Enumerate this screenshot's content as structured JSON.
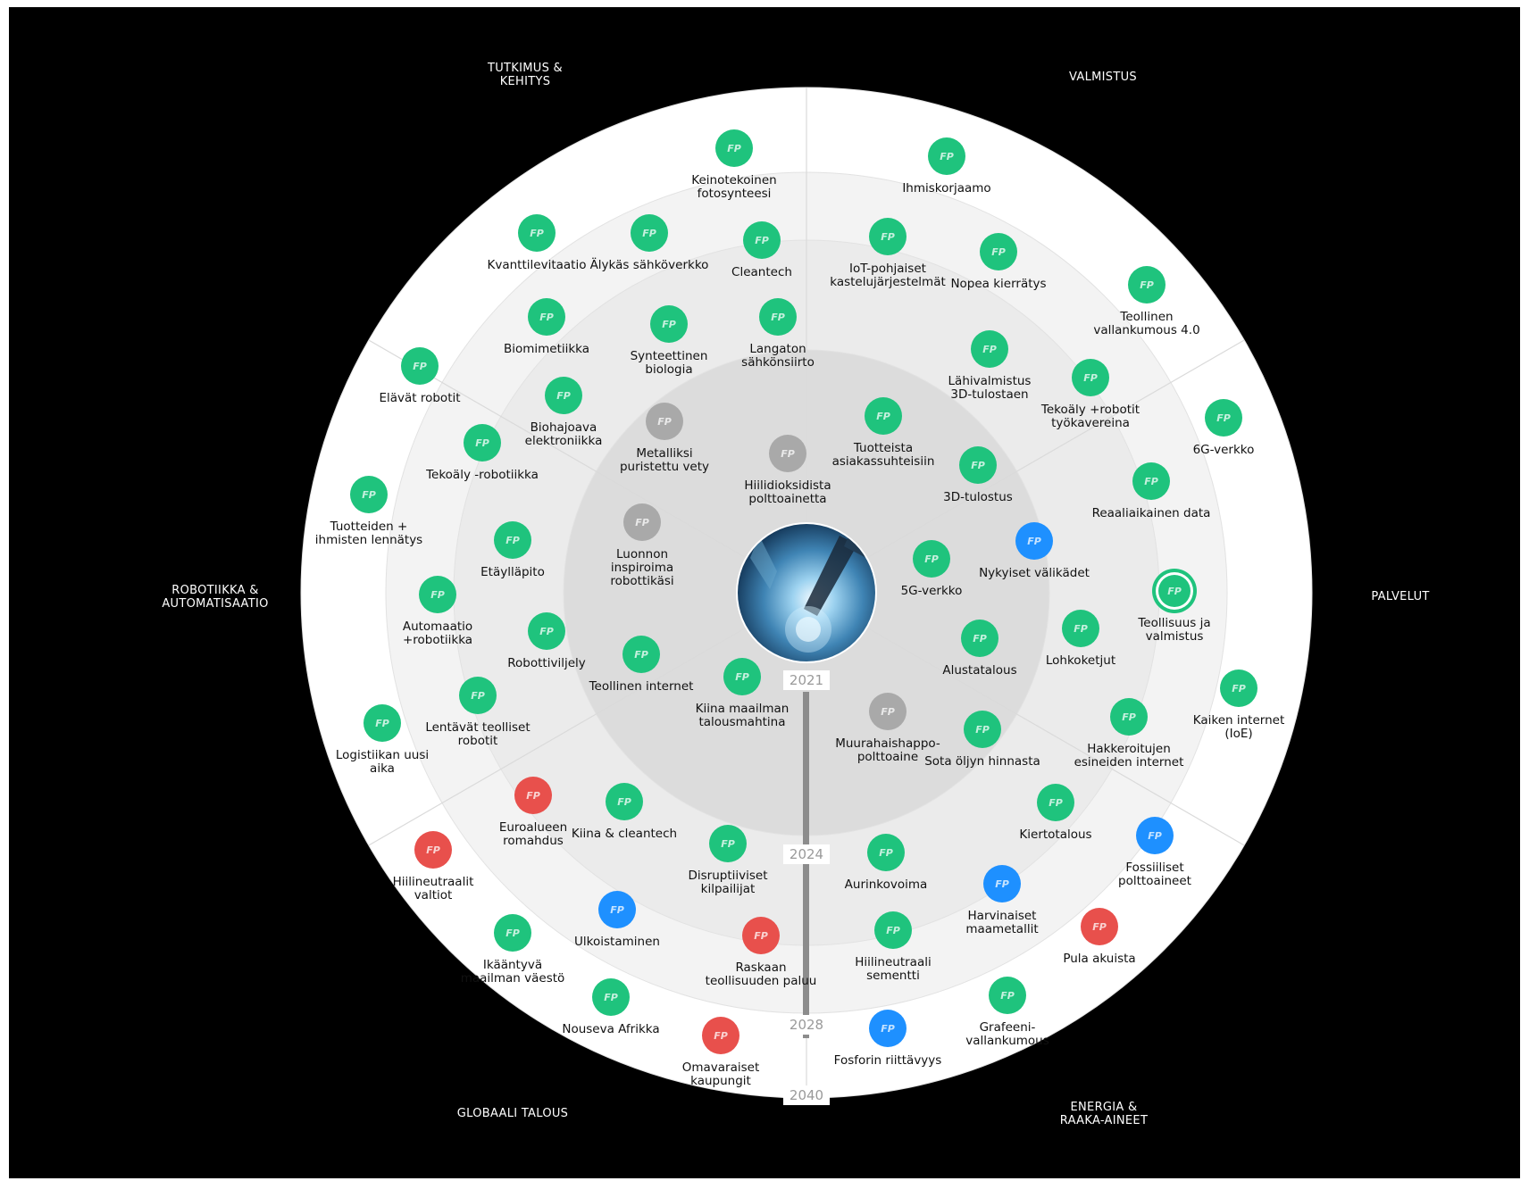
{
  "colors": {
    "background": "#000000",
    "ring_outer": "#ffffff",
    "ring_2": "#f3f3f3",
    "ring_3": "#ebebeb",
    "ring_inner": "#dcdcdc",
    "green": "#1fc37d",
    "grey": "#a9a9a9",
    "blue": "#1e90ff",
    "red": "#e8504c",
    "timeline": "#8c8c8c"
  },
  "pin_mark": "FP",
  "sectors": [
    {
      "name": "TUTKIMUS &\nKEHITYS"
    },
    {
      "name": "VALMISTUS"
    },
    {
      "name": "PALVELUT"
    },
    {
      "name": "ENERGIA &\nRAAKA-AINEET"
    },
    {
      "name": "GLOBAALI TALOUS"
    },
    {
      "name": "ROBOTIIKKA &\nAUTOMATISAATIO"
    }
  ],
  "years": [
    "2021",
    "2024",
    "2028",
    "2040"
  ],
  "center_image": "teollisuusrobotti hitsaa",
  "items": [
    {
      "label": "Keinotekoinen\nfotosynteesi",
      "color": "green"
    },
    {
      "label": "Kvanttilevitaatio",
      "color": "green"
    },
    {
      "label": "Älykäs sähköverkko",
      "color": "green"
    },
    {
      "label": "Cleantech",
      "color": "green"
    },
    {
      "label": "Biomimetiikka",
      "color": "green"
    },
    {
      "label": "Synteettinen\nbiologia",
      "color": "green"
    },
    {
      "label": "Langaton\nsähkönsiirto",
      "color": "green"
    },
    {
      "label": "Elävät robotit",
      "color": "green"
    },
    {
      "label": "Biohajoava\nelektroniikka",
      "color": "green"
    },
    {
      "label": "Metalliksi\npuristettu vety",
      "color": "grey"
    },
    {
      "label": "Hiilidioksidista\npolttoainetta",
      "color": "grey"
    },
    {
      "label": "Tekoäly -robotiikka",
      "color": "green"
    },
    {
      "label": "Tuotteiden +\nihmisten lennätys",
      "color": "green"
    },
    {
      "label": "Luonnon\ninspiroima\nrobottikäsi",
      "color": "grey"
    },
    {
      "label": "Etäylläpito",
      "color": "green"
    },
    {
      "label": "Automaatio\n+robotiikka",
      "color": "green"
    },
    {
      "label": "Robottiviljely",
      "color": "green"
    },
    {
      "label": "Teollinen internet",
      "color": "green"
    },
    {
      "label": "Lentävät teolliset\nrobotit",
      "color": "green"
    },
    {
      "label": "Logistiikan uusi\naika",
      "color": "green"
    },
    {
      "label": "Kiina maailman\ntalousmahtina",
      "color": "green"
    },
    {
      "label": "Ihmiskorjaamo",
      "color": "green"
    },
    {
      "label": "IoT-pohjaiset\nkastelujärjestelmät",
      "color": "green"
    },
    {
      "label": "Nopea kierrätys",
      "color": "green"
    },
    {
      "label": "Teollinen\nvallankumous 4.0",
      "color": "green"
    },
    {
      "label": "Lähivalmistus\n3D-tulostaen",
      "color": "green"
    },
    {
      "label": "Tekoäly +robotit\ntyökavereina",
      "color": "green"
    },
    {
      "label": "Tuotteista\nasiakassuhteisiin",
      "color": "green"
    },
    {
      "label": "3D-tulostus",
      "color": "green"
    },
    {
      "label": "6G-verkko",
      "color": "green"
    },
    {
      "label": "Reaaliaikainen data",
      "color": "green"
    },
    {
      "label": "5G-verkko",
      "color": "green"
    },
    {
      "label": "Nykyiset välikädet",
      "color": "blue"
    },
    {
      "label": "Teollisuus ja\nvalmistus",
      "color": "green",
      "highlight": true
    },
    {
      "label": "Alustatalous",
      "color": "green"
    },
    {
      "label": "Lohkoketjut",
      "color": "green"
    },
    {
      "label": "Kaiken internet\n(IoE)",
      "color": "green"
    },
    {
      "label": "Muurahaishappo-\npolttoaine",
      "color": "grey"
    },
    {
      "label": "Sota öljyn hinnasta",
      "color": "green"
    },
    {
      "label": "Hakkeroitujen\nesineiden internet",
      "color": "green"
    },
    {
      "label": "Kiertotalous",
      "color": "green"
    },
    {
      "label": "Fossiiliset\npolttoaineet",
      "color": "blue"
    },
    {
      "label": "Euroalueen\nromahdus",
      "color": "red"
    },
    {
      "label": "Kiina & cleantech",
      "color": "green"
    },
    {
      "label": "Hiilineutraalit\nvaltiot",
      "color": "red"
    },
    {
      "label": "Disruptiiviset\nkilpailijat",
      "color": "green"
    },
    {
      "label": "Aurinkovoima",
      "color": "green"
    },
    {
      "label": "Harvinaiset\nmaametallit",
      "color": "blue"
    },
    {
      "label": "Ulkoistaminen",
      "color": "blue"
    },
    {
      "label": "Raskaan\nteollisuuden paluu",
      "color": "red"
    },
    {
      "label": "Hiilineutraali\nsementti",
      "color": "green"
    },
    {
      "label": "Pula akuista",
      "color": "red"
    },
    {
      "label": "Ikääntyvä\nmaailman väestö",
      "color": "green"
    },
    {
      "label": "Nouseva Afrikka",
      "color": "green"
    },
    {
      "label": "Omavaraiset\nkaupungit",
      "color": "red"
    },
    {
      "label": "Fosforin riittävyys",
      "color": "blue"
    },
    {
      "label": "Grafeeni-\nvallankumous",
      "color": "green"
    }
  ]
}
